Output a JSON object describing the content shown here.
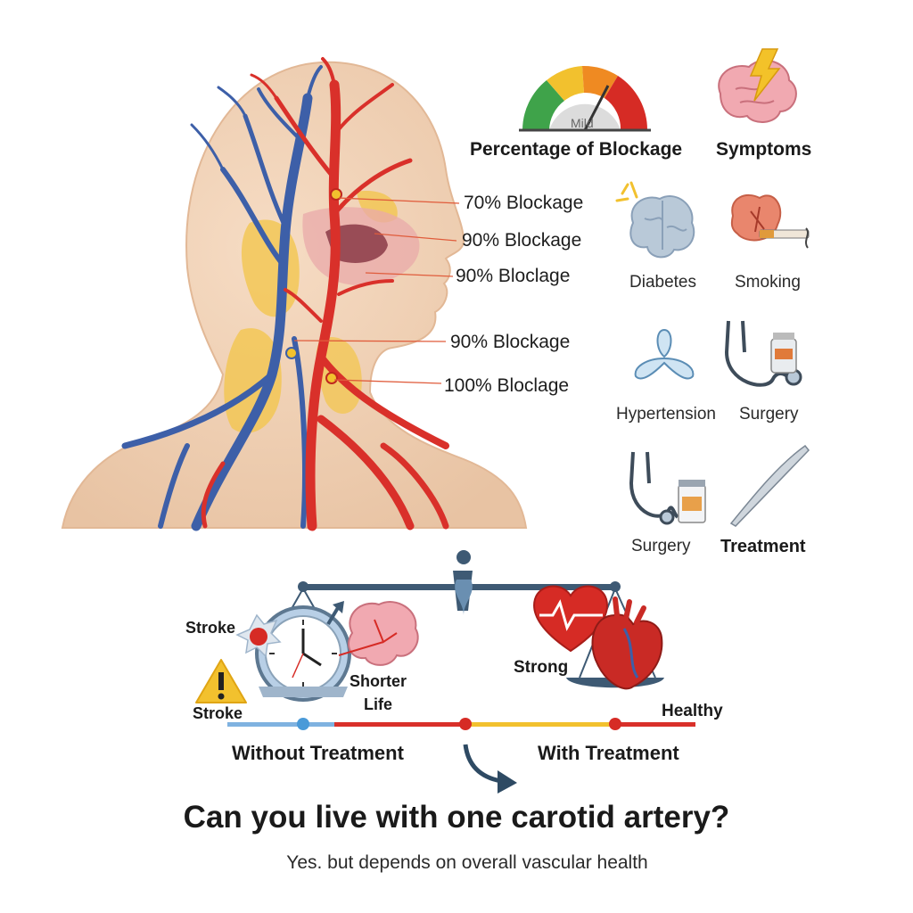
{
  "gauge": {
    "label": "Mild",
    "title": "Percentage of Blockage"
  },
  "symptoms_title": "Symptoms",
  "blockages": [
    "70% Blockage",
    "90% Blockage",
    "90% Bloclage",
    "90% Blockage",
    "100% Bloclage"
  ],
  "risk_factors": {
    "diabetes": "Diabetes",
    "smoking": "Smoking",
    "hypertension": "Hypertension",
    "surgery_1": "Surgery",
    "surgery_2": "Surgery",
    "treatment": "Treatment"
  },
  "scale": {
    "stroke_top": "Stroke",
    "stroke_bottom": "Stroke",
    "shorter_life": "Shorter\nLife",
    "strong": "Strong",
    "healthy": "Healthy",
    "without_treatment": "Without Treatment",
    "with_treatment": "With Treatment"
  },
  "question": "Can you live with one carotid artery?",
  "answer": "Yes. but depends on overall vascular health",
  "colors": {
    "artery": "#d9302a",
    "vein": "#3d5fa8",
    "skin": "#f1d2b6",
    "gauge_green": "#3fa34a",
    "gauge_yellow": "#f2c12e",
    "gauge_orange": "#ef8a22",
    "gauge_red": "#d62b25"
  }
}
